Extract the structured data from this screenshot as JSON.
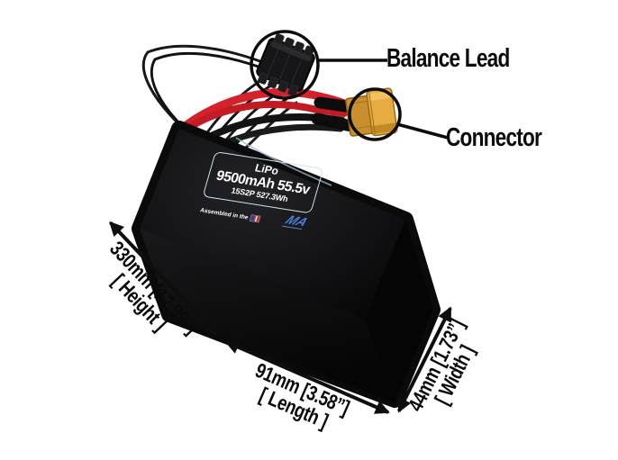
{
  "battery_label": {
    "chemistry": "LiPo",
    "capacity_voltage": "9500mAh 55.5v",
    "config_energy": "15S2P 527.3Wh",
    "assembled_text": "Assembled in the",
    "logo_text": "MA"
  },
  "callouts": {
    "balance_lead": "Balance Lead",
    "connector": "Connector"
  },
  "dimensions": {
    "height_value": "330mm [12.99”]",
    "height_label": "[ Height ]",
    "length_value": "91mm [3.58”]",
    "length_label": "[ Length ]",
    "width_value": "44mm [1.73”]",
    "width_label": "[ Width ]"
  },
  "colors": {
    "background": "#ffffff",
    "battery_black": "#0a0a0b",
    "label_border": "#cfe3f0",
    "label_text": "#ffffff",
    "wire_red": "#d6202a",
    "wire_black": "#141414",
    "connector_yellow": "#e7ac41",
    "logo_blue": "#4a80d8",
    "annotation_black": "#0e0e0e"
  }
}
